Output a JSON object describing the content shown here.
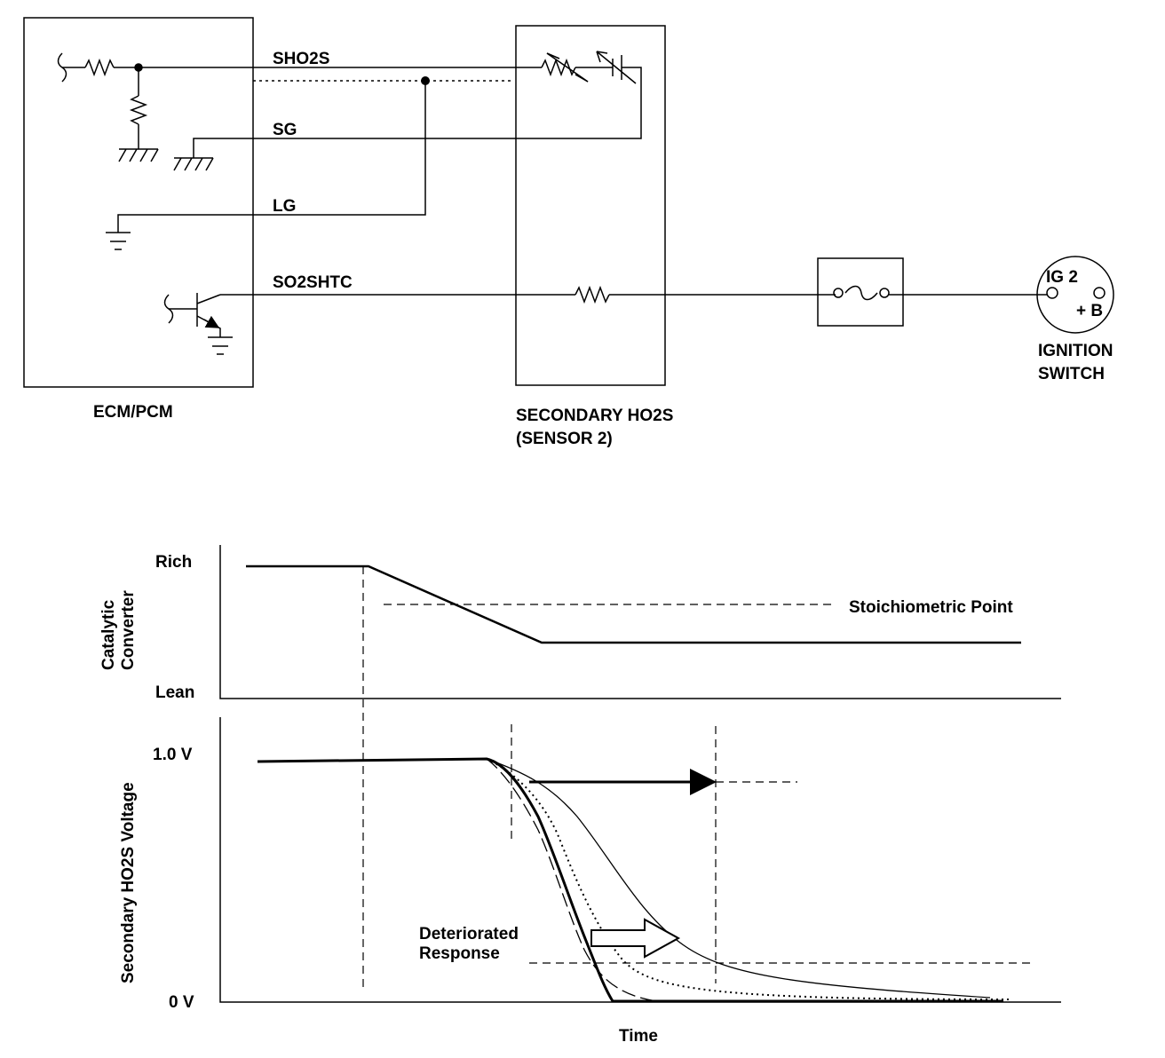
{
  "circuit": {
    "ecm_label": "ECM/PCM",
    "sensor_label_line1": "SECONDARY HO2S",
    "sensor_label_line2": "(SENSOR 2)",
    "ignition_label_line1": "IGNITION",
    "ignition_label_line2": "SWITCH",
    "ig2_label": "IG 2",
    "plus_b_label": "+ B",
    "wires": {
      "sho2s": "SHO2S",
      "sg": "SG",
      "lg": "LG",
      "so2shtc": "SO2SHTC"
    }
  },
  "graph": {
    "top_ylabel_line1": "Catalytic",
    "top_ylabel_line2": "Converter",
    "rich": "Rich",
    "lean": "Lean",
    "stoich": "Stoichiometric Point",
    "bottom_ylabel": "Secondary HO2S Voltage",
    "v_high": "1.0 V",
    "v_low": "0 V",
    "deteriorated_line1": "Deteriorated",
    "deteriorated_line2": "Response",
    "xlabel": "Time"
  }
}
